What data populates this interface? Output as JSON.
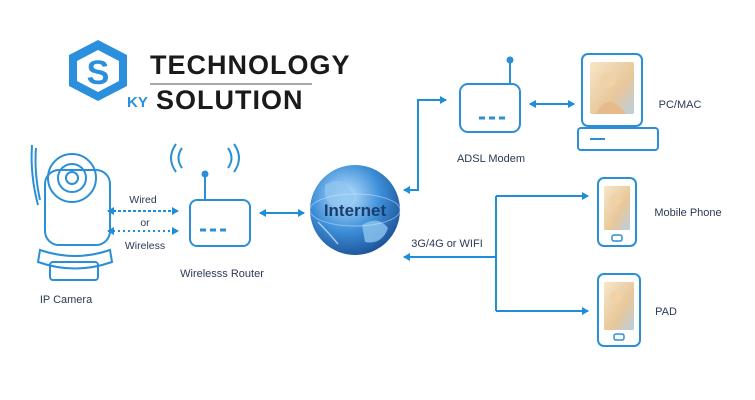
{
  "logo": {
    "word_top": "TECHNOLOGY",
    "word_bottom": "SOLUTION",
    "ky": "KY",
    "brand_color": "#2a8fdc"
  },
  "nodes": {
    "ip_camera": "IP Camera",
    "router": "Wirelesss Router",
    "internet": "Internet",
    "adsl": "ADSL Modem",
    "pc": "PC/MAC",
    "phone": "Mobile Phone",
    "pad": "PAD"
  },
  "links": {
    "wired": "Wired",
    "or": "or",
    "wireless": "Wireless",
    "mobile_net": "3G/4G or WIFI"
  },
  "colors": {
    "line": "#1e8ed8",
    "device_stroke": "#2b8fd6",
    "globe": "#2f7fc9"
  }
}
